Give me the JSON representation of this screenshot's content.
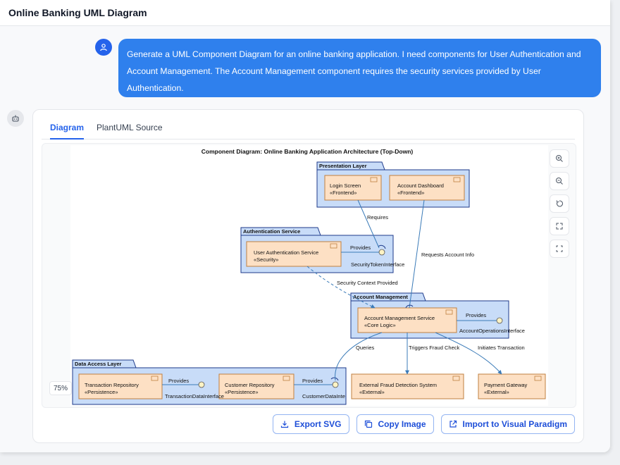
{
  "window": {
    "title": "Online Banking UML Diagram"
  },
  "user_message": {
    "text": "Generate a UML Component Diagram for an online banking application. I need components for User Authentication and Account Management. The Account Management component requires the security services provided by User Authentication."
  },
  "tabs": [
    {
      "label": "Diagram",
      "active": true
    },
    {
      "label": "PlantUML Source",
      "active": false
    }
  ],
  "diagram": {
    "title": "Component Diagram: Online Banking Application Architecture (Top-Down)",
    "packages": {
      "presentation": "Presentation Layer",
      "auth": "Authentication Service",
      "account": "Account Management",
      "data": "Data Access Layer"
    },
    "components": {
      "login": {
        "name": "Login Screen",
        "stereotype": "«Frontend»"
      },
      "dashboard": {
        "name": "Account Dashboard",
        "stereotype": "«Frontend»"
      },
      "user_auth": {
        "name": "User Authentication Service",
        "stereotype": "«Security»"
      },
      "account_service": {
        "name": "Account Management Service",
        "stereotype": "«Core Logic»"
      },
      "txn_repo": {
        "name": "Transaction Repository",
        "stereotype": "«Persistence»"
      },
      "cust_repo": {
        "name": "Customer Repository",
        "stereotype": "«Persistence»"
      },
      "fraud": {
        "name": "External Fraud Detection System",
        "stereotype": "«External»"
      },
      "payment": {
        "name": "Payment Gateway",
        "stereotype": "«External»"
      }
    },
    "labels": {
      "requires": "Requires",
      "provides_auth": "Provides",
      "security_token": "SecurityTokenInterface",
      "requests_account": "Requests Account Info",
      "security_context": "Security Context Provided",
      "provides_account": "Provides",
      "account_ops": "AccountOperationsInterface",
      "queries": "Queries",
      "triggers_fraud": "Triggers Fraud Check",
      "initiates_txn": "Initiates Transaction",
      "provides_txn": "Provides",
      "txn_data": "TransactionDataInterface",
      "provides_cust": "Provides",
      "cust_data": "CustomerDataInte"
    },
    "zoom_level": "75%"
  },
  "actions": {
    "export_svg": "Export SVG",
    "copy_image": "Copy Image",
    "import_vp": "Import to Visual Paradigm"
  },
  "icons": [
    "user-icon",
    "bot-icon",
    "zoom-in-icon",
    "zoom-out-icon",
    "reset-icon",
    "fit-icon",
    "fullscreen-icon",
    "download-icon",
    "copy-icon",
    "external-link-icon"
  ],
  "colors": {
    "accent": "#2f80ed",
    "package_fill": "#c8dcf8",
    "package_stroke": "#1e3a8a",
    "component_fill": "#fde0c4",
    "component_stroke": "#c08040"
  }
}
